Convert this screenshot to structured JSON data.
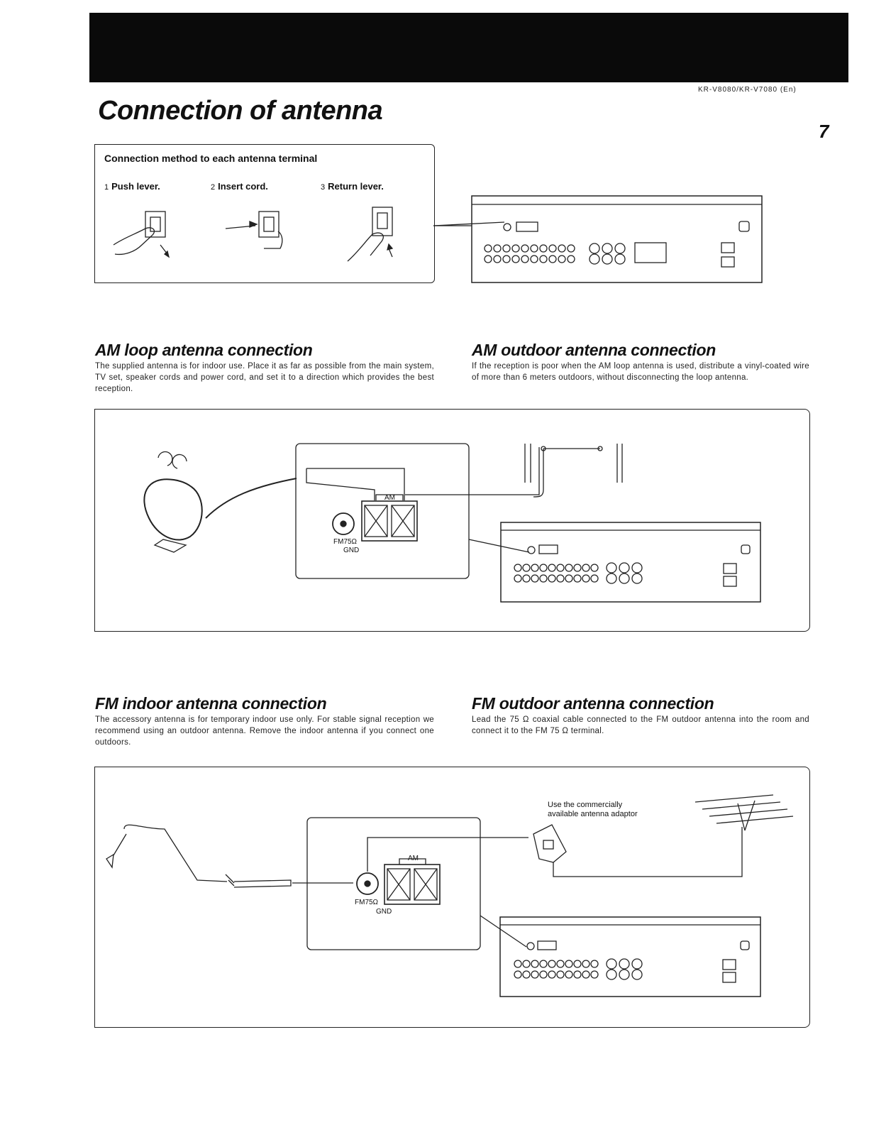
{
  "header": {
    "model_code": "KR-V8080/KR-V7080 (En)",
    "page_number": "7"
  },
  "title": "Connection of antenna",
  "method": {
    "title": "Connection method to each antenna terminal",
    "steps": [
      {
        "num": "1",
        "label": "Push lever."
      },
      {
        "num": "2",
        "label": "Insert cord."
      },
      {
        "num": "3",
        "label": "Return lever."
      }
    ]
  },
  "am_loop": {
    "heading": "AM loop antenna connection",
    "body": "The supplied antenna is for indoor use. Place it as far as possible from the main system, TV set, speaker cords and power cord, and set it to a direction which provides the best reception."
  },
  "am_outdoor": {
    "heading": "AM outdoor antenna connection",
    "body": "If the reception is poor when the AM loop antenna is used, distribute a vinyl-coated wire of more than 6 meters outdoors, without disconnecting the loop antenna."
  },
  "fm_indoor": {
    "heading": "FM indoor antenna connection",
    "body": "The accessory antenna is for temporary indoor use only. For stable signal reception we recommend using an outdoor antenna. Remove the indoor antenna if you connect one outdoors."
  },
  "fm_outdoor": {
    "heading": "FM outdoor antenna connection",
    "body": "Lead the 75 Ω coaxial cable connected to the FM outdoor antenna into the room and connect it to the FM 75 Ω terminal."
  },
  "terminal_labels": {
    "am": "AM",
    "fm": "FM75Ω",
    "gnd": "GND"
  },
  "adaptor_note": {
    "line1": "Use the commercially",
    "line2": "available antenna adaptor"
  }
}
